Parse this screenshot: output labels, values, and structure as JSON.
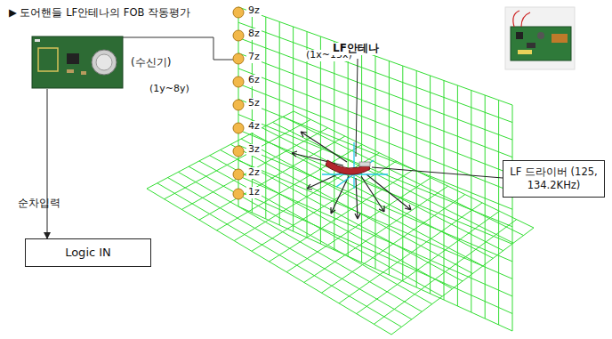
{
  "diagram": {
    "title": "▶ 도어핸들 LF안테나의 FOB 작동평가",
    "nodes": [
      {
        "text": [
          "(수신기)"
        ]
      },
      {
        "text": [
          "Logic IN"
        ]
      },
      {
        "text": [
          "LF 드라이버 (125, 134.2KHz)"
        ]
      }
    ],
    "edges": [
      {
        "from": 0,
        "to": 1,
        "arrow": "to"
      }
    ],
    "labels": [
      "9z",
      "8z",
      "7z",
      "6z",
      "5z",
      "4z",
      "3z",
      "2z",
      "1z",
      "(1x~15x)",
      "(1y~8y)",
      "LF안테나",
      "순차입력"
    ]
  }
}
